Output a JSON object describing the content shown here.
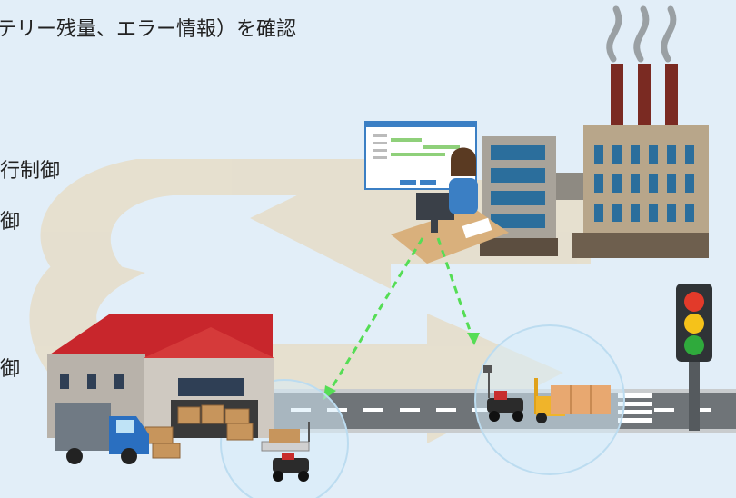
{
  "texts": {
    "top_line": "テリー残量、エラー情報）を確認",
    "line_1": "走行制御",
    "line_2": "制御",
    "line_3": "制御"
  },
  "icons": [
    "factory-icon",
    "operator-at-desk-icon",
    "monitor-screen-icon",
    "warehouse-icon",
    "truck-icon",
    "traffic-light-icon",
    "agv-cart-icon",
    "forklift-agv-icon",
    "cardboard-box-icon",
    "signal-arrow-icon"
  ],
  "colors": {
    "background": "#e2eef8",
    "road": "#6f7478",
    "flow_arrow": "#e6ddc8",
    "signal_arrow": "#55dd55",
    "roof": "#c8262c",
    "truck": "#2a6fc0"
  }
}
